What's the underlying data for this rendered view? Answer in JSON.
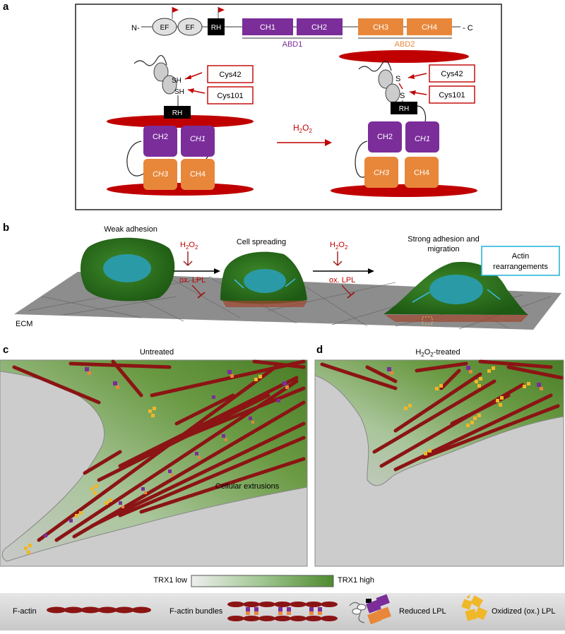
{
  "panels": {
    "a": "a",
    "b": "b",
    "c": "c",
    "d": "d"
  },
  "domain": {
    "n_term": "N-",
    "c_term": "- C",
    "ef": "EF",
    "rh": "RH",
    "ch1": "CH1",
    "ch2": "CH2",
    "ch3": "CH3",
    "ch4": "CH4",
    "abd1": "ABD1",
    "abd2": "ABD2"
  },
  "redox": {
    "sh": "SH",
    "s": "S",
    "cys42": "Cys42",
    "cys101": "Cys101",
    "h2o2_main": "H",
    "h2o2_sub1": "2",
    "h2o2_mid": "O",
    "h2o2_sub2": "2"
  },
  "panel_b": {
    "weak": "Weak adhesion",
    "spreading": "Cell spreading",
    "strong_line1": "Strong adhesion and",
    "strong_line2": "migration",
    "ox_lpl": "ox. LPL",
    "actin_line1": "Actin",
    "actin_line2": "rearrangements",
    "ecm": "ECM"
  },
  "panel_c": {
    "title": "Untreated",
    "extrusions": "Cellular extrusions"
  },
  "panel_d": {
    "title_main": "H",
    "title_sub1": "2",
    "title_mid": "O",
    "title_sub2": "2",
    "title_end": "-treated"
  },
  "gradient": {
    "low": "TRX1 low",
    "high": "TRX1 high"
  },
  "legend": {
    "factin": "F-actin",
    "bundles": "F-actin bundles",
    "reduced": "Reduced LPL",
    "oxidized": "Oxidized (ox.) LPL"
  },
  "colors": {
    "purple": "#7b2d9a",
    "orange": "#e8873a",
    "red": "#c00000",
    "cell_green": "#2e6b1f",
    "teal": "#2a9aa6",
    "actin": "#8b1414",
    "cyan": "#2bb5d6"
  }
}
